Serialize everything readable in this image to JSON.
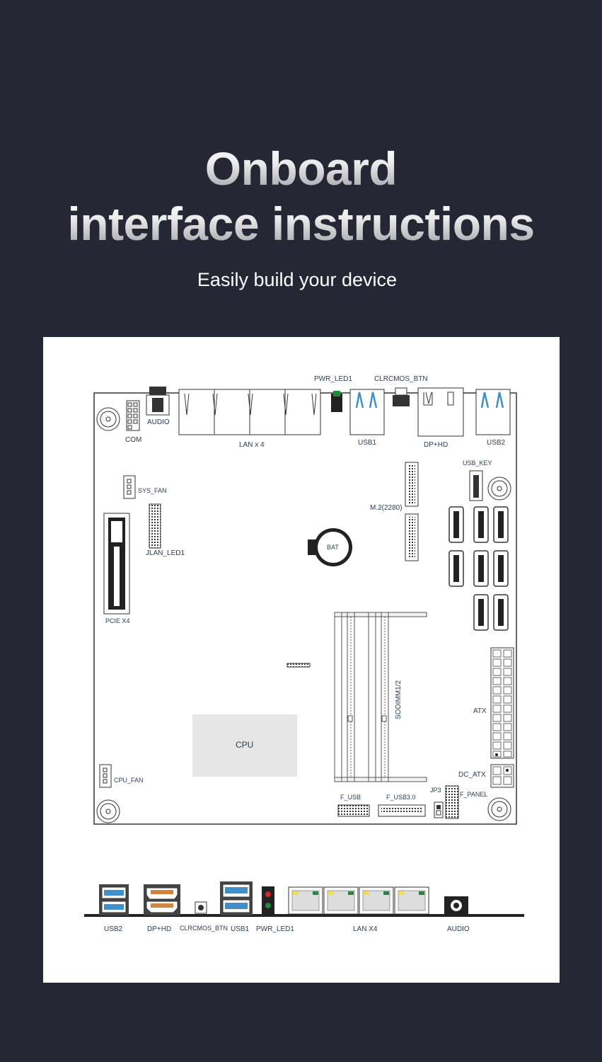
{
  "header": {
    "title_line1": "Onboard",
    "title_line2": "interface instructions",
    "subtitle": "Easily build your device"
  },
  "board_labels": {
    "pwr_led": "PWR_LED1",
    "clrcmos_btn": "CLRCMOS_BTN",
    "audio": "AUDIO",
    "com": "COM",
    "lan": "LAN x 4",
    "usb1": "USB1",
    "dp_hd": "DP+HD",
    "usb2": "USB2",
    "usb_key": "USB_KEY",
    "sys_fan": "SYS_FAN",
    "m2": "M.2(2280)",
    "jlan_led": "JLAN_LED1",
    "bat": "BAT",
    "pcie": "PCIE X4",
    "sodimm": "SODIMM1/2",
    "atx": "ATX",
    "cpu": "CPU",
    "dc_atx": "DC_ATX",
    "cpu_fan": "CPU_FAN",
    "jp3": "JP3",
    "f_panel": "F_PANEL",
    "f_usb": "F_USB",
    "f_usb3": "F_USB3.0"
  },
  "rear_labels": {
    "usb2": "USB2",
    "dp_hd": "DP+HD",
    "clrcmos_btn": "CLRCMOS_BTN",
    "usb1": "USB1",
    "pwr_led": "PWR_LED1",
    "lan": "LAN X4",
    "audio": "AUDIO"
  },
  "colors": {
    "background": "#262735",
    "label": "#2c3e56",
    "usb_blue": "#3e8fca",
    "hdmi_orange": "#d2853a",
    "led_red": "#cc2a2a",
    "led_green": "#1f8a3b",
    "lan_yellow": "#f2e33a",
    "cpu_fill": "#e6e6e6"
  }
}
